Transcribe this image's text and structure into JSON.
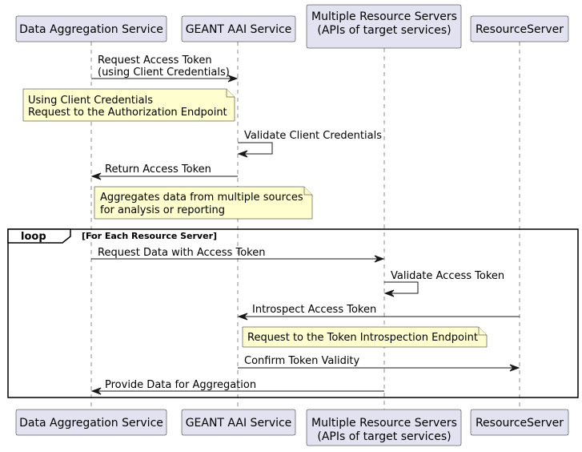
{
  "participants": [
    {
      "id": "das",
      "lines": [
        "Data Aggregation Service"
      ]
    },
    {
      "id": "geant",
      "lines": [
        "GEANT AAI Service"
      ]
    },
    {
      "id": "mrs",
      "lines": [
        "Multiple Resource Servers",
        "(APIs of target services)"
      ]
    },
    {
      "id": "rs",
      "lines": [
        "ResourceServer"
      ]
    }
  ],
  "messages": [
    {
      "from": "das",
      "to": "geant",
      "lines": [
        "Request Access Token",
        "(using Client Credentials)"
      ]
    },
    {
      "from": "geant",
      "to": "geant",
      "lines": [
        "Validate Client Credentials"
      ]
    },
    {
      "from": "geant",
      "to": "das",
      "lines": [
        "Return Access Token"
      ]
    },
    {
      "from": "das",
      "to": "mrs",
      "lines": [
        "Request Data with Access Token"
      ]
    },
    {
      "from": "mrs",
      "to": "mrs",
      "lines": [
        "Validate Access Token"
      ]
    },
    {
      "from": "rs",
      "to": "geant",
      "lines": [
        "Introspect Access Token"
      ]
    },
    {
      "from": "geant",
      "to": "rs",
      "lines": [
        "Confirm Token Validity"
      ]
    },
    {
      "from": "mrs",
      "to": "das",
      "lines": [
        "Provide Data for Aggregation"
      ]
    }
  ],
  "notes": [
    {
      "lines": [
        "Using Client Credentials",
        "Request to the Authorization Endpoint"
      ]
    },
    {
      "lines": [
        "Aggregates data from multiple sources",
        "for analysis or reporting"
      ]
    },
    {
      "lines": [
        "Request to the Token Introspection Endpoint"
      ]
    }
  ],
  "loop": {
    "keyword": "loop",
    "condition": "[For Each Resource Server]"
  }
}
